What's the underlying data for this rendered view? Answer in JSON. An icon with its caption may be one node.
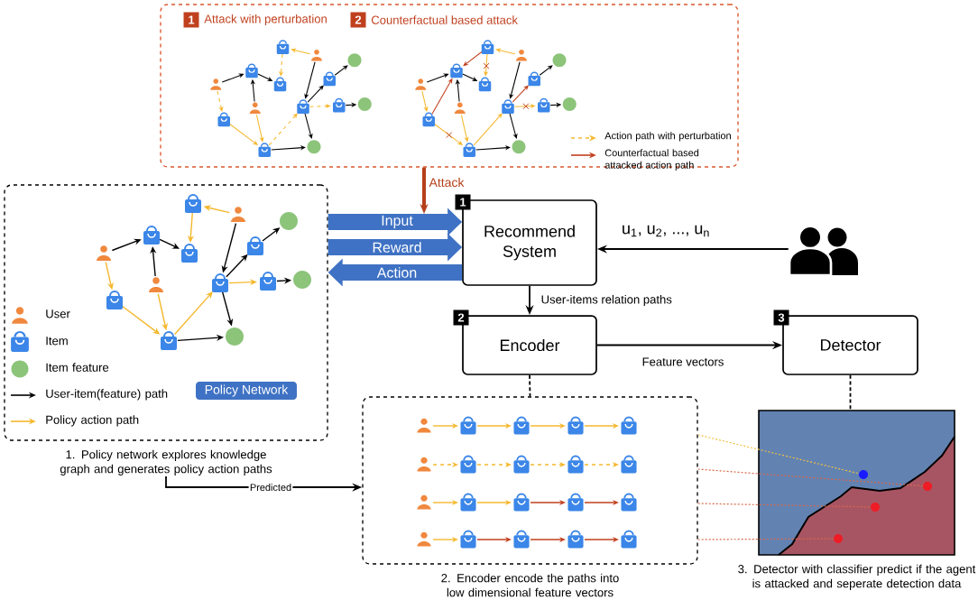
{
  "diagram": {
    "nodes": [
      {
        "text": [],
        "shape": "box"
      },
      {
        "text": [],
        "shape": "box",
        "beside": [
          "1. Policy network explores knowledge graph and generates policy action paths"
        ]
      },
      {
        "text": [
          "Policy Network"
        ],
        "in": 1
      },
      {
        "text": [
          "Recommend System"
        ]
      },
      {
        "text": [],
        "shape": "person"
      },
      {
        "text": [
          "Encoder"
        ]
      },
      {
        "text": [
          "Detector"
        ]
      },
      {
        "text": [],
        "shape": "box",
        "beside": [
          "2. Encoder encode the paths into low dimensional feature vectors"
        ]
      },
      {
        "text": [],
        "shape": "box",
        "beside": [
          "3. Detector with classifier predict if the agent is attacked and seperate detection data"
        ]
      },
      {
        "text": [],
        "shape": "circle",
        "in": 8
      },
      {
        "text": [],
        "shape": "circle",
        "in": 8
      },
      {
        "text": [],
        "shape": "circle",
        "in": 8
      },
      {
        "text": [],
        "shape": "circle",
        "in": 8
      }
    ],
    "edges": [
      {
        "from": 0,
        "to": null,
        "arrow": "to",
        "label": "Attack",
        "style": "thick",
        "color": "#b5401a"
      },
      {
        "from": 1,
        "to": 3,
        "arrow": "to",
        "label": "Input",
        "style": "thick",
        "color": "#3f72c4"
      },
      {
        "from": 1,
        "to": 3,
        "arrow": "to",
        "label": "Reward",
        "style": "thick",
        "color": "#3f72c4"
      },
      {
        "from": 3,
        "to": 1,
        "arrow": "to",
        "label": "Action",
        "style": "thick",
        "color": "#3f72c4"
      },
      {
        "from": 4,
        "to": 3,
        "arrow": "to",
        "label": "u$_{1}$, u$_{2}$, ..., u$_{n}$"
      },
      {
        "from": 3,
        "to": 5,
        "arrow": "to",
        "label": "User-items relation paths"
      },
      {
        "from": 5,
        "to": 6,
        "arrow": "to",
        "label": "Feature vectors"
      },
      {
        "from": 5,
        "to": 7,
        "arrow": "none",
        "style": "dashed"
      },
      {
        "from": 6,
        "to": 8,
        "arrow": "none",
        "style": "dashed"
      },
      {
        "from": 1,
        "to": 7,
        "arrow": "to",
        "label": "Predicted"
      },
      {
        "from": 7,
        "to": 9,
        "arrow": "none",
        "style": "dashed",
        "color": "#f0c040"
      },
      {
        "from": 7,
        "to": 10,
        "arrow": "none",
        "style": "dashed",
        "color": "#d9694a"
      },
      {
        "from": 7,
        "to": 11,
        "arrow": "none",
        "style": "dashed",
        "color": "#d9694a"
      },
      {
        "from": 7,
        "to": 12,
        "arrow": "none",
        "style": "dashed",
        "color": "#d9694a"
      }
    ],
    "labels": [
      "1",
      "Attack with perturbation",
      "2",
      "Counterfactual based attack",
      "1",
      "2",
      "3"
    ],
    "legend": [
      {
        "text": "User"
      },
      {
        "text": "Item"
      },
      {
        "text": "Item feature"
      },
      {
        "text": "User-item(feature) path"
      },
      {
        "text": "Policy action path"
      },
      {
        "text": "Action path with perturbation"
      },
      {
        "text": "Counterfactual based attacked action path"
      }
    ]
  }
}
